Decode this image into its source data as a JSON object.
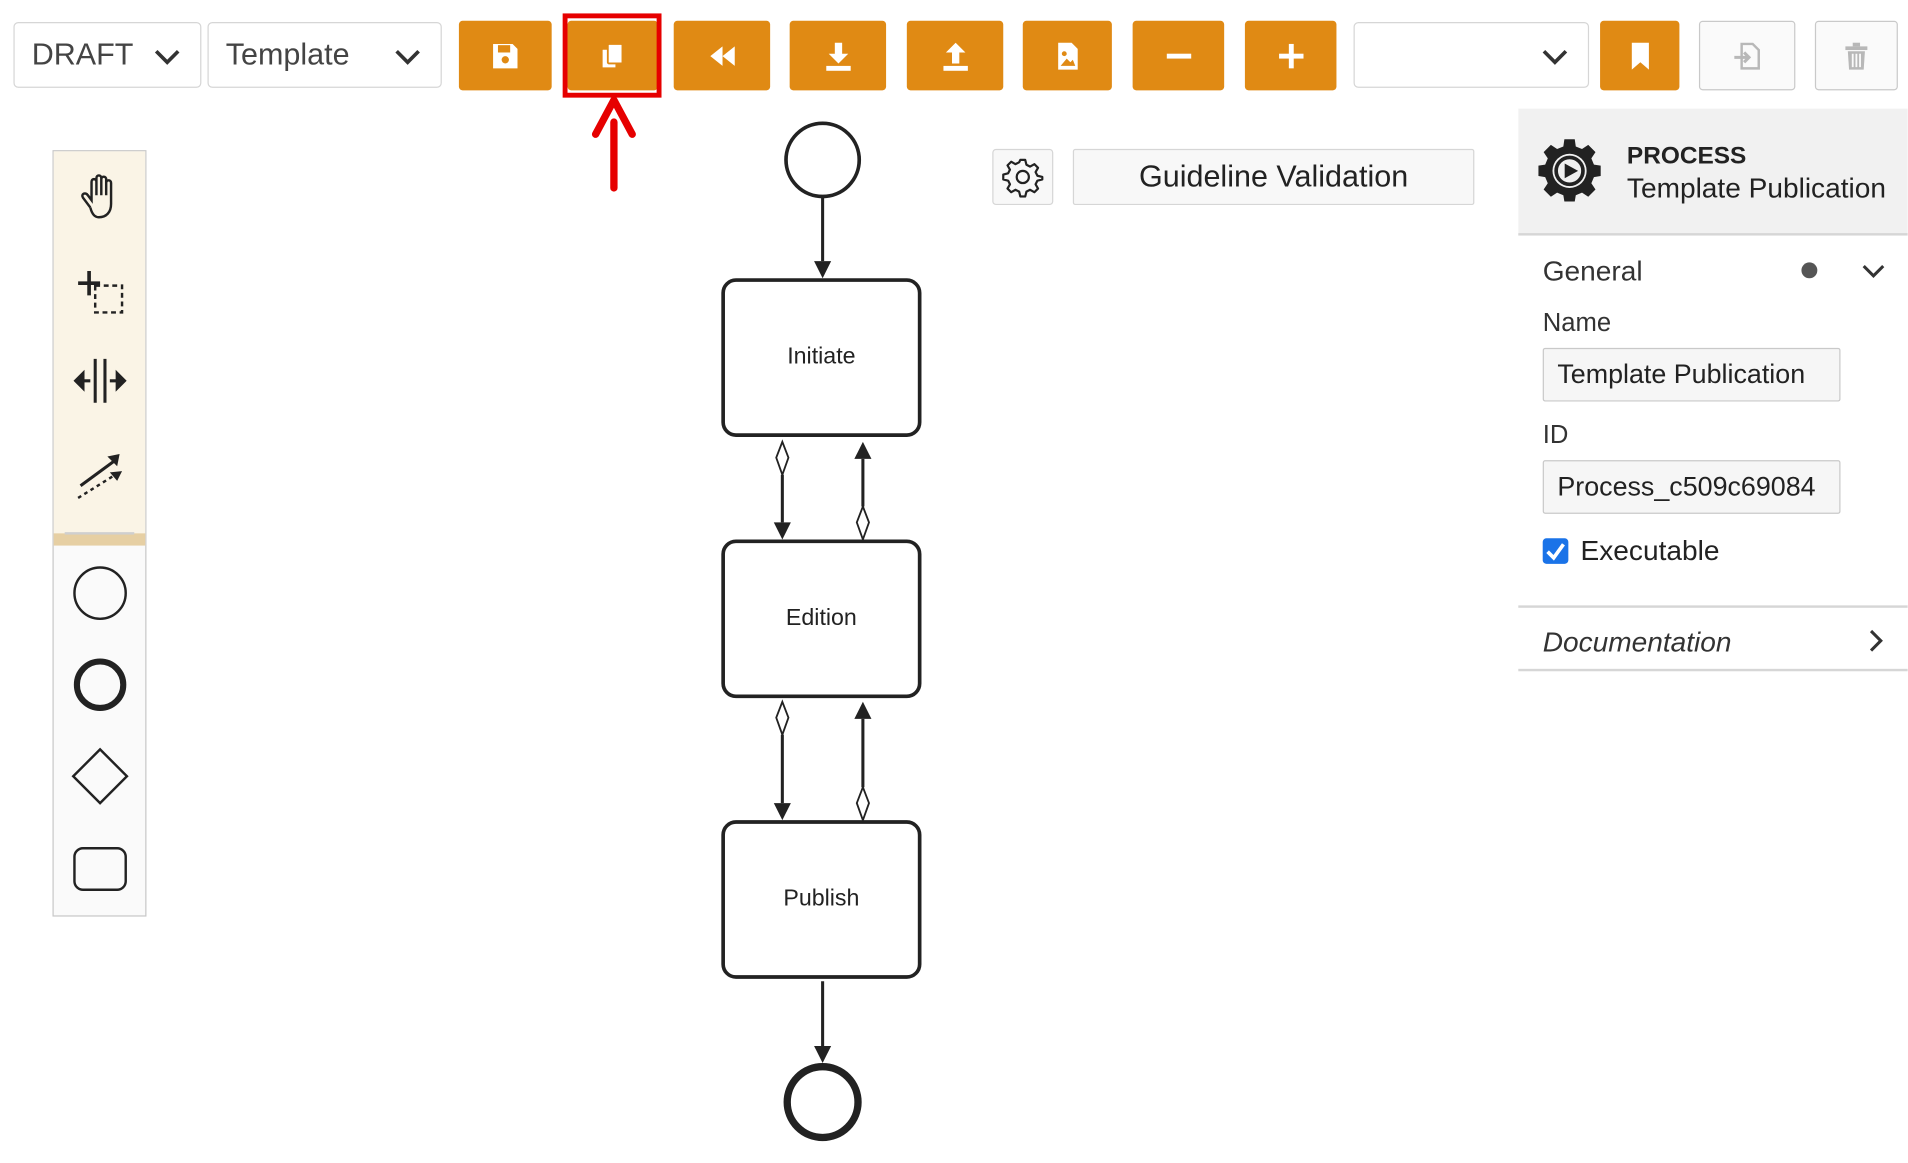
{
  "toolbar": {
    "status_select": {
      "value": "DRAFT",
      "icon": "chevron-down-icon"
    },
    "type_select": {
      "value": "Template",
      "icon": "chevron-down-icon"
    },
    "buttons": [
      {
        "name": "save",
        "icon": "floppy-disk-icon"
      },
      {
        "name": "copy",
        "icon": "copy-icon",
        "highlighted": true
      },
      {
        "name": "revert",
        "icon": "rewind-icon"
      },
      {
        "name": "download",
        "icon": "download-icon"
      },
      {
        "name": "upload",
        "icon": "upload-icon"
      },
      {
        "name": "export-image",
        "icon": "image-file-icon"
      },
      {
        "name": "zoom-out",
        "icon": "minus-icon"
      },
      {
        "name": "zoom-in",
        "icon": "plus-icon"
      }
    ],
    "version_select": {
      "value": "",
      "icon": "chevron-down-icon"
    },
    "bookmark": {
      "icon": "bookmark-icon"
    },
    "import_disabled": {
      "icon": "file-import-icon"
    },
    "delete_disabled": {
      "icon": "trash-icon"
    },
    "accent_color": "#e08a14",
    "highlight_color": "#e60000"
  },
  "palette": {
    "tools": [
      "hand-tool-icon",
      "lasso-tool-icon",
      "space-tool-icon",
      "connect-tool-icon"
    ],
    "shapes": [
      "start-event-icon",
      "end-event-icon",
      "gateway-icon",
      "task-icon"
    ]
  },
  "diagram": {
    "tasks": [
      "Initiate",
      "Edition",
      "Publish"
    ],
    "guideline_button": "Guideline Validation"
  },
  "properties": {
    "header_type": "PROCESS",
    "header_name": "Template Publication",
    "section_general": "General",
    "name_label": "Name",
    "name_value": "Template Publication",
    "id_label": "ID",
    "id_value": "Process_c509c69084",
    "executable_label": "Executable",
    "executable_checked": true,
    "section_documentation": "Documentation"
  }
}
